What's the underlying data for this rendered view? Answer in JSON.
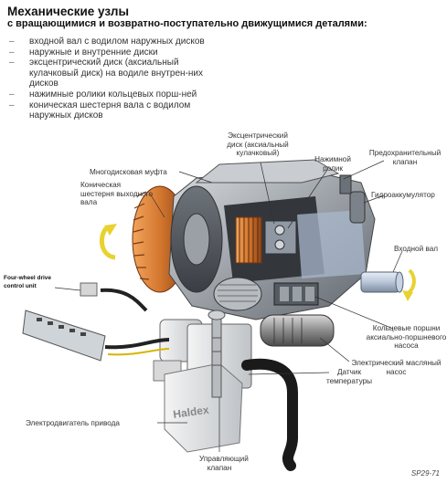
{
  "title": "Механические узлы",
  "subtitle": "с вращающимися и возвратно-поступательно движущимися деталями:",
  "components": [
    "входной вал с водилом наружных дисков",
    "наружные и внутренние диски",
    "эксцентрический диск (аксиальный кулачковый диск) на водиле внутрен-них дисков",
    "нажимные ролики кольцевых порш-ней",
    "коническая шестерня вала с водилом наружных дисков"
  ],
  "labels": {
    "eccentric_disc": "Эксцентрический диск (аксиальный кулачковый)",
    "pressure_roller": "Нажимной ролик",
    "safety_valve": "Предохранительный клапан",
    "multidisc_clutch": "Многодисковая муфта",
    "bevel_gear_output": "Коническая шестерня выходного вала",
    "hydraulic_accumulator": "Гидроаккумулятор",
    "input_shaft": "Входной вал",
    "ring_pistons": "Кольцевые поршни аксиально-поршневого насоса",
    "electric_oil_pump": "Электрический масляный насос",
    "temperature_sensor": "Датчик температуры",
    "drive_motor": "Электродвигатель привода",
    "control_valve": "Управляющий клапан",
    "control_unit": "Four-wheel drive control unit",
    "brand": "Haldex"
  },
  "figure_code": "SP29-71",
  "colors": {
    "housing": "#9aa0a6",
    "copper": "#d4772f",
    "shaft": "#b9c6d8",
    "arrow": "#e8d230"
  }
}
